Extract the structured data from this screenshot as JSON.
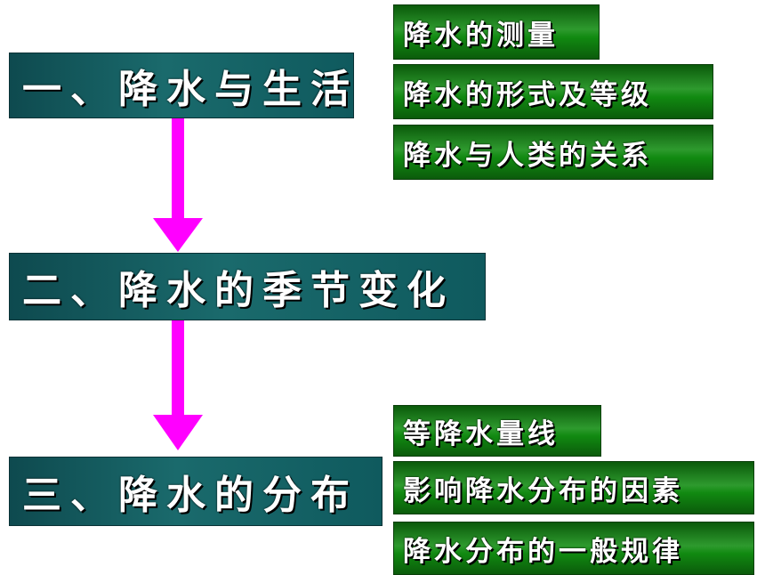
{
  "main_sections": [
    {
      "label": "一、降水与生活"
    },
    {
      "label": "二、降水的季节变化"
    },
    {
      "label": "三、降水的分布"
    }
  ],
  "sub_topics_1": [
    {
      "label": "降水的测量"
    },
    {
      "label": "降水的形式及等级"
    },
    {
      "label": "降水与人类的关系"
    }
  ],
  "sub_topics_3": [
    {
      "label": "等降水量线"
    },
    {
      "label": "影响降水分布的因素"
    },
    {
      "label": "降水分布的一般规律"
    }
  ],
  "colors": {
    "main_box": "#136064",
    "sub_box": "#1a8a1a",
    "arrow": "#ff00ff",
    "text": "#ffffff"
  }
}
